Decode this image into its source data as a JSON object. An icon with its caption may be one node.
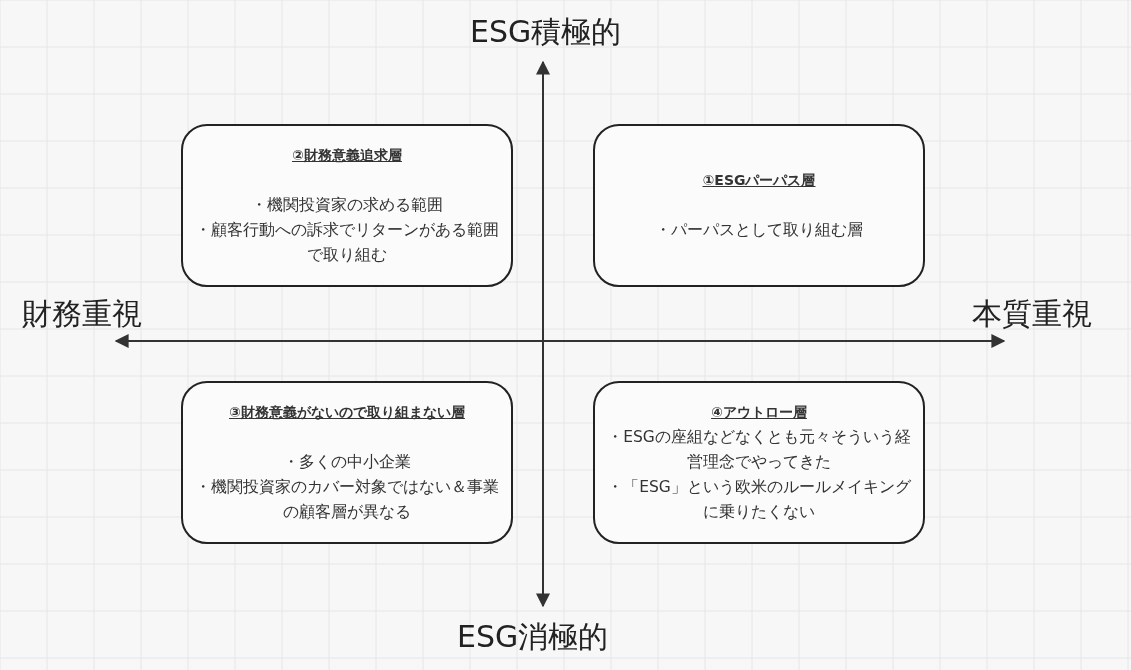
{
  "diagram": {
    "nodes": [
      {
        "text": [
          "②財務意義追求層",
          "・機関投資家の求める範囲",
          "・顧客行動への訴求でリターンがある範囲で取り組む"
        ]
      },
      {
        "text": [
          "①ESGパーパス層",
          "・パーパスとして取り組む層"
        ]
      },
      {
        "text": [
          "③財務意義がないので取り組まない層",
          "・多くの中小企業",
          "・機関投資家のカバー対象ではない＆事業の顧客層が異なる"
        ]
      },
      {
        "text": [
          "④アウトロー層",
          "・ESGの座組などなくとも元々そういう経営理念でやってきた",
          "・「ESG」という欧米のルールメイキングに乗りたくない"
        ]
      }
    ],
    "labels": [
      "ESG積極的",
      "財務重視",
      "本質重視",
      "ESG消極的"
    ]
  }
}
